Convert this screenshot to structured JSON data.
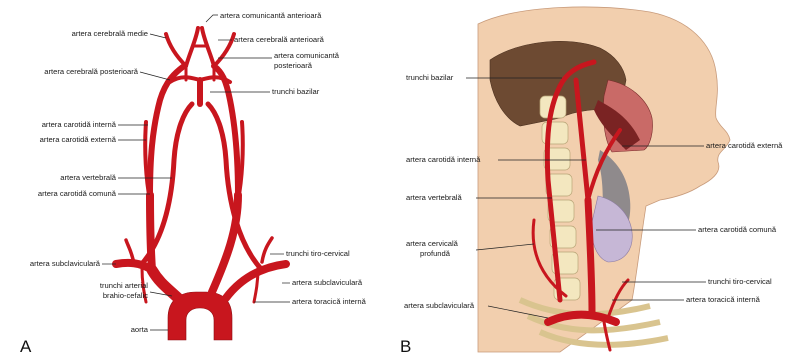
{
  "panels": {
    "a": {
      "letter": "A",
      "labels": {
        "comunicanta_anterioara": "artera comunicantă anterioară",
        "cerebrala_medie": "artera cerebrală medie",
        "cerebrala_anterioara": "artera cerebrală anterioară",
        "comunicanta_posterioara_1": "artera comunicantă",
        "comunicanta_posterioara_2": "posterioară",
        "cerebrala_posterioara": "artera cerebrală posterioară",
        "trunchi_bazilar": "trunchi bazilar",
        "carotida_interna": "artera carotidă internă",
        "carotida_externa": "artera carotidă externă",
        "vertebrala": "artera vertebrală",
        "carotida_comuna": "artera carotidă comună",
        "trunchi_tiro_cervical": "trunchi tiro-cervical",
        "subclaviculara_stanga": "artera subclaviculară",
        "subclaviculara_dreapta": "artera subclaviculară",
        "brahio_cefalic_1": "trunchi arterial",
        "brahio_cefalic_2": "brahio-cefalic",
        "toracica_interna": "artera toracică internă",
        "aorta": "aorta"
      }
    },
    "b": {
      "letter": "B",
      "labels": {
        "trunchi_bazilar": "trunchi bazilar",
        "carotida_externa": "artera carotidă externă",
        "carotida_interna": "artera carotidă internă",
        "vertebrala": "artera vertebrală",
        "carotida_comuna": "artera carotidă comună",
        "cervicala_profunda_1": "artera cervicală",
        "cervicala_profunda_2": "profundă",
        "trunchi_tiro_cervical": "trunchi tiro-cervical",
        "subclaviculara": "artera subclaviculară",
        "toracica_interna": "artera toracică internă"
      }
    }
  },
  "colors": {
    "artery": "#c8161e",
    "artery_dark": "#8e0d12",
    "skin": "#f2cfae",
    "bone": "#f3e7bf",
    "muscle": "#c96a67"
  }
}
